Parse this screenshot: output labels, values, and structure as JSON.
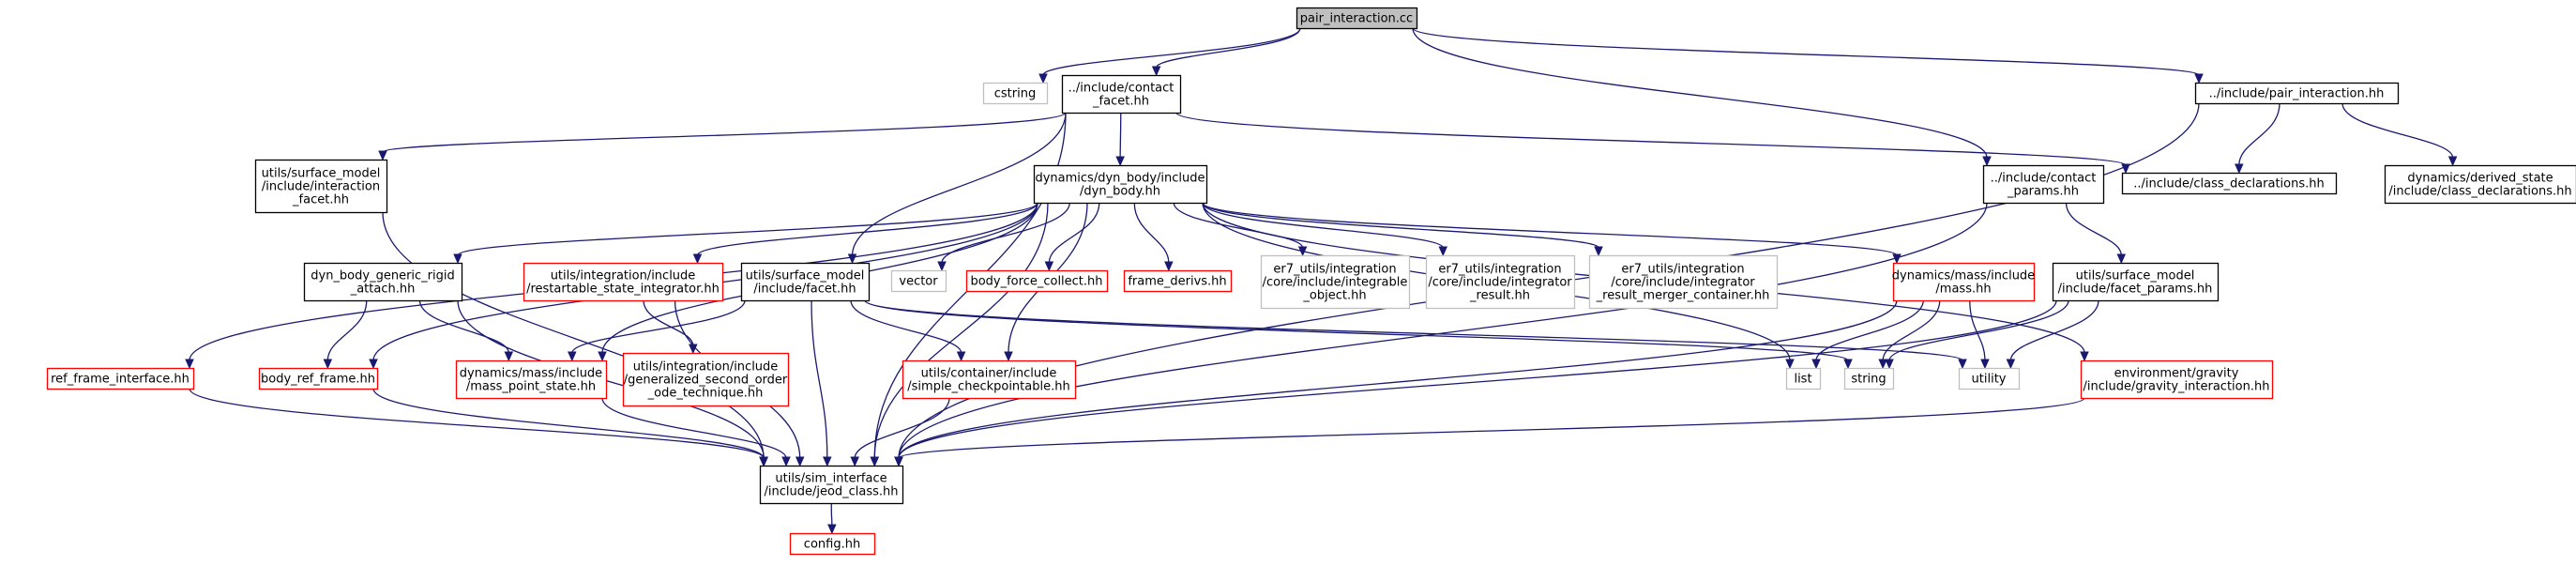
{
  "colors": {
    "root_fill": "#bfbfbf",
    "edge": "#191970"
  },
  "nodes": [
    {
      "id": "n_pair_cc",
      "lines": [
        "pair_interaction.cc"
      ],
      "style": "root"
    },
    {
      "id": "n_cstring",
      "lines": [
        "cstring"
      ],
      "style": "gray"
    },
    {
      "id": "n_contact_facet",
      "lines": [
        "../include/contact",
        "_facet.hh"
      ],
      "style": "black"
    },
    {
      "id": "n_pair_hh",
      "lines": [
        "../include/pair_interaction.hh"
      ],
      "style": "black"
    },
    {
      "id": "n_interaction_facet",
      "lines": [
        "utils/surface_model",
        "/include/interaction",
        "_facet.hh"
      ],
      "style": "black"
    },
    {
      "id": "n_dyn_body",
      "lines": [
        "dynamics/dyn_body/include",
        "/dyn_body.hh"
      ],
      "style": "black"
    },
    {
      "id": "n_contact_params",
      "lines": [
        "../include/contact",
        "_params.hh"
      ],
      "style": "black"
    },
    {
      "id": "n_class_decl",
      "lines": [
        "../include/class_declarations.hh"
      ],
      "style": "black"
    },
    {
      "id": "n_derived_state",
      "lines": [
        "dynamics/derived_state",
        "/include/class_declarations.hh"
      ],
      "style": "black"
    },
    {
      "id": "n_generic_rigid",
      "lines": [
        "dyn_body_generic_rigid",
        "_attach.hh"
      ],
      "style": "black"
    },
    {
      "id": "n_restartable",
      "lines": [
        "utils/integration/include",
        "/restartable_state_integrator.hh"
      ],
      "style": "red"
    },
    {
      "id": "n_facet",
      "lines": [
        "utils/surface_model",
        "/include/facet.hh"
      ],
      "style": "black"
    },
    {
      "id": "n_vector",
      "lines": [
        "vector"
      ],
      "style": "gray"
    },
    {
      "id": "n_body_force",
      "lines": [
        "body_force_collect.hh"
      ],
      "style": "red"
    },
    {
      "id": "n_frame_derivs",
      "lines": [
        "frame_derivs.hh"
      ],
      "style": "red"
    },
    {
      "id": "n_integrable",
      "lines": [
        "er7_utils/integration",
        "/core/include/integrable",
        "_object.hh"
      ],
      "style": "gray"
    },
    {
      "id": "n_integ_result",
      "lines": [
        "er7_utils/integration",
        "/core/include/integrator",
        "_result.hh"
      ],
      "style": "gray"
    },
    {
      "id": "n_result_merger",
      "lines": [
        "er7_utils/integration",
        "/core/include/integrator",
        "_result_merger_container.hh"
      ],
      "style": "gray"
    },
    {
      "id": "n_mass",
      "lines": [
        "dynamics/mass/include",
        "/mass.hh"
      ],
      "style": "red"
    },
    {
      "id": "n_facet_params",
      "lines": [
        "utils/surface_model",
        "/include/facet_params.hh"
      ],
      "style": "black"
    },
    {
      "id": "n_ref_frame_iface",
      "lines": [
        "ref_frame_interface.hh"
      ],
      "style": "red"
    },
    {
      "id": "n_body_ref_frame",
      "lines": [
        "body_ref_frame.hh"
      ],
      "style": "red"
    },
    {
      "id": "n_mass_point",
      "lines": [
        "dynamics/mass/include",
        "/mass_point_state.hh"
      ],
      "style": "red"
    },
    {
      "id": "n_gen_second",
      "lines": [
        "utils/integration/include",
        "/generalized_second_order",
        "_ode_technique.hh"
      ],
      "style": "red"
    },
    {
      "id": "n_simple_ckpt",
      "lines": [
        "utils/container/include",
        "/simple_checkpointable.hh"
      ],
      "style": "red"
    },
    {
      "id": "n_list",
      "lines": [
        "list"
      ],
      "style": "gray"
    },
    {
      "id": "n_string",
      "lines": [
        "string"
      ],
      "style": "gray"
    },
    {
      "id": "n_utility",
      "lines": [
        "utility"
      ],
      "style": "gray"
    },
    {
      "id": "n_gravity",
      "lines": [
        "environment/gravity",
        "/include/gravity_interaction.hh"
      ],
      "style": "red"
    },
    {
      "id": "n_jeod_class",
      "lines": [
        "utils/sim_interface",
        "/include/jeod_class.hh"
      ],
      "style": "black"
    },
    {
      "id": "n_config",
      "lines": [
        "config.hh"
      ],
      "style": "red"
    }
  ],
  "edges": [
    [
      "n_pair_cc",
      "n_cstring"
    ],
    [
      "n_pair_cc",
      "n_contact_facet"
    ],
    [
      "n_pair_cc",
      "n_pair_hh"
    ],
    [
      "n_pair_cc",
      "n_contact_params"
    ],
    [
      "n_contact_facet",
      "n_jeod_class"
    ],
    [
      "n_contact_facet",
      "n_interaction_facet"
    ],
    [
      "n_contact_facet",
      "n_dyn_body"
    ],
    [
      "n_contact_facet",
      "n_facet"
    ],
    [
      "n_contact_facet",
      "n_class_decl"
    ],
    [
      "n_pair_hh",
      "n_class_decl"
    ],
    [
      "n_pair_hh",
      "n_derived_state"
    ],
    [
      "n_pair_hh",
      "n_jeod_class"
    ],
    [
      "n_interaction_facet",
      "n_jeod_class"
    ],
    [
      "n_dyn_body",
      "n_generic_rigid"
    ],
    [
      "n_dyn_body",
      "n_restartable"
    ],
    [
      "n_dyn_body",
      "n_vector"
    ],
    [
      "n_dyn_body",
      "n_body_force"
    ],
    [
      "n_dyn_body",
      "n_frame_derivs"
    ],
    [
      "n_dyn_body",
      "n_integrable"
    ],
    [
      "n_dyn_body",
      "n_integ_result"
    ],
    [
      "n_dyn_body",
      "n_result_merger"
    ],
    [
      "n_dyn_body",
      "n_mass"
    ],
    [
      "n_dyn_body",
      "n_ref_frame_iface"
    ],
    [
      "n_dyn_body",
      "n_body_ref_frame"
    ],
    [
      "n_dyn_body",
      "n_jeod_class"
    ],
    [
      "n_dyn_body",
      "n_list"
    ],
    [
      "n_dyn_body",
      "n_simple_ckpt"
    ],
    [
      "n_dyn_body",
      "n_gravity"
    ],
    [
      "n_dyn_body",
      "n_mass_point"
    ],
    [
      "n_contact_params",
      "n_facet_params"
    ],
    [
      "n_contact_params",
      "n_jeod_class"
    ],
    [
      "n_generic_rigid",
      "n_body_ref_frame"
    ],
    [
      "n_generic_rigid",
      "n_mass_point"
    ],
    [
      "n_generic_rigid",
      "n_jeod_class"
    ],
    [
      "n_restartable",
      "n_gen_second"
    ],
    [
      "n_restartable",
      "n_jeod_class"
    ],
    [
      "n_facet",
      "n_mass_point"
    ],
    [
      "n_facet",
      "n_simple_ckpt"
    ],
    [
      "n_facet",
      "n_jeod_class"
    ],
    [
      "n_facet",
      "n_string"
    ],
    [
      "n_facet",
      "n_utility"
    ],
    [
      "n_mass",
      "n_list"
    ],
    [
      "n_mass",
      "n_string"
    ],
    [
      "n_mass",
      "n_utility"
    ],
    [
      "n_mass",
      "n_jeod_class"
    ],
    [
      "n_facet_params",
      "n_string"
    ],
    [
      "n_facet_params",
      "n_utility"
    ],
    [
      "n_facet_params",
      "n_jeod_class"
    ],
    [
      "n_ref_frame_iface",
      "n_jeod_class"
    ],
    [
      "n_body_ref_frame",
      "n_jeod_class"
    ],
    [
      "n_mass_point",
      "n_jeod_class"
    ],
    [
      "n_simple_ckpt",
      "n_jeod_class"
    ],
    [
      "n_gravity",
      "n_jeod_class"
    ],
    [
      "n_jeod_class",
      "n_config"
    ]
  ]
}
